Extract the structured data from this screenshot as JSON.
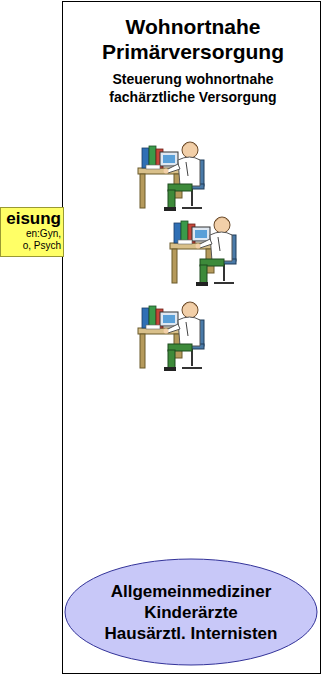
{
  "diagram": {
    "nodes": [
      {
        "text": [
          "Wohnortnahe Primärversorgung",
          "Steuerung wohnortnahe fachärztliche Versorgung"
        ]
      },
      {
        "text": [
          "eisung",
          "en:Gyn,",
          "o, Psych"
        ]
      },
      {
        "text": [
          "Allgemeinmediziner",
          "Kinderärzte",
          "Hausärztl. Internisten"
        ],
        "in": 0
      }
    ]
  }
}
